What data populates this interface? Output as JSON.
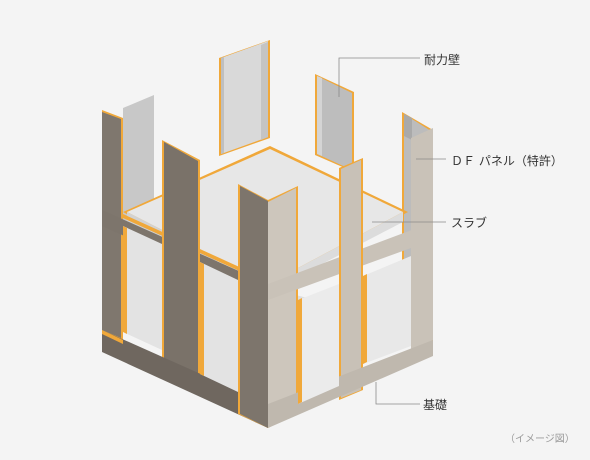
{
  "labels": {
    "bearing_wall": "耐力壁",
    "df_panel": "ＤＦ パネル（特許）",
    "slab": "スラブ",
    "foundation": "基礎"
  },
  "note": "（イメージ図）",
  "colors": {
    "background": "#f4f4f4",
    "panel_edge": "#f0a83a",
    "left_face": "#837b72",
    "right_face": "#cbc4ba",
    "slab": "#e6e6e6",
    "leader": "#8a8a8a",
    "text": "#333333"
  }
}
